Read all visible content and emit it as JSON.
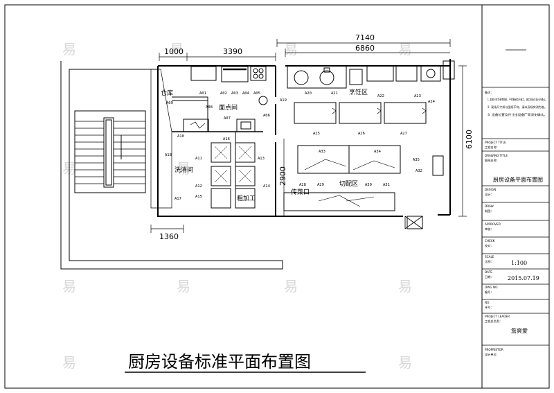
{
  "drawing_title": "厨房设备标准平面布置图",
  "dimensions": {
    "top_left_1": "1000",
    "top_left_2": "3390",
    "top_right_outer": "7140",
    "top_right_inner": "6860",
    "right_vertical": "6100",
    "middle_vertical": "2900",
    "bottom_left": "1360"
  },
  "room_labels": {
    "storage": "仓库",
    "snack_room": "面点间",
    "wash_room": "洗消间",
    "cooking_area": "烹饪区",
    "cutting_area": "切配区",
    "rough_processing": "粗加工",
    "pass_window": "传菜口"
  },
  "equipment_tags": {
    "storage_row": [
      "A01",
      "A02",
      "A03",
      "A04",
      "A05"
    ],
    "storage_left": [
      "A09"
    ],
    "snack_area": [
      "A08",
      "A07",
      "A06"
    ],
    "snack_lower": [
      "A10"
    ],
    "wash_area": [
      "A11",
      "A12",
      "A13",
      "A14",
      "A15",
      "A16"
    ],
    "wash_left": [
      "A17",
      "A18"
    ],
    "cooking_row": [
      "A19",
      "A20",
      "A21",
      "A22",
      "A23",
      "A24"
    ],
    "cooking_counters": [
      "A25",
      "A26",
      "A27"
    ],
    "cutting_top": [
      "A33",
      "A34"
    ],
    "cutting_bottom": [
      "A28",
      "A29",
      "A30",
      "A31",
      "A32"
    ],
    "right_side": [
      "A35"
    ]
  },
  "title_block": {
    "notes_heading": "备注：",
    "note_1": "1. 本图只作为参考图纸，不得直接用于施工，施工前请与设计方确认。",
    "note_2": "2. 现场尺寸如与图纸不符，请以现场实测为准。",
    "note_3": "3. 设备位置及尺寸由设备厂家深化确认。",
    "project_title_en": "PROJECT TITLE",
    "project_title_cn": "工程名称：",
    "drawing_title_en": "DRAWING TITLE",
    "drawing_title_cn": "图纸名称：",
    "drawing_title_value": "厨房设备平面布置图",
    "design_en": "DESIGN",
    "design_cn": "设计：",
    "draw_en": "DRAW",
    "draw_cn": "制图：",
    "approved_en": "APPROVED",
    "approved_cn": "审核：",
    "check_en": "CHECK",
    "check_cn": "校对：",
    "scale_en": "SCALE",
    "scale_cn": "比例：",
    "scale_value": "1:100",
    "date_en": "DATE",
    "date_cn": "日期：",
    "date_value": "2015.07.19",
    "dwg_no_en": "DWG NO.",
    "dwg_no_cn": "编号：",
    "no_en": "NO.",
    "no_cn": "序号：",
    "project_leader_en": "PROJECT LEADER",
    "project_leader_cn": "工程总负责：",
    "project_leader_value": "詹爽爱",
    "proprietor_en": "PROPRIETOR",
    "proprietor_cn": "设计单位："
  },
  "watermark": "易"
}
